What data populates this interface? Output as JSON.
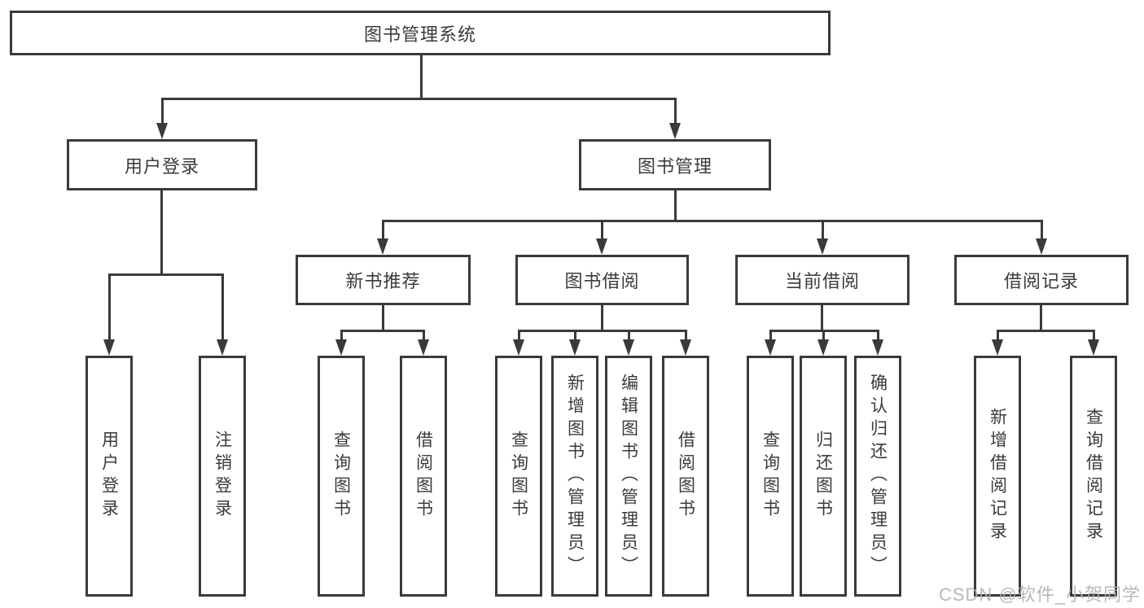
{
  "title": "图书管理系统",
  "watermark": "CSDN @软件_小贺同学",
  "colors": {
    "line": "#3a3a3a",
    "box_border": "#3a3a3a",
    "text": "#3b3b3b",
    "background": "#ffffff",
    "watermark": "#b2b0af"
  },
  "tree": {
    "root": "图书管理系统",
    "children": [
      {
        "label": "用户登录",
        "children": [
          "用户登录",
          "注销登录"
        ]
      },
      {
        "label": "图书管理",
        "children": [
          {
            "label": "新书推荐",
            "children": [
              "查询图书",
              "借阅图书"
            ]
          },
          {
            "label": "图书借阅",
            "children": [
              "查询图书",
              "新增图书（管理员）",
              "编辑图书（管理员）",
              "借阅图书"
            ]
          },
          {
            "label": "当前借阅",
            "children": [
              "查询图书",
              "归还图书",
              "确认归还（管理员）"
            ]
          },
          {
            "label": "借阅记录",
            "children": [
              "新增借阅记录",
              "查询借阅记录"
            ]
          }
        ]
      }
    ]
  }
}
